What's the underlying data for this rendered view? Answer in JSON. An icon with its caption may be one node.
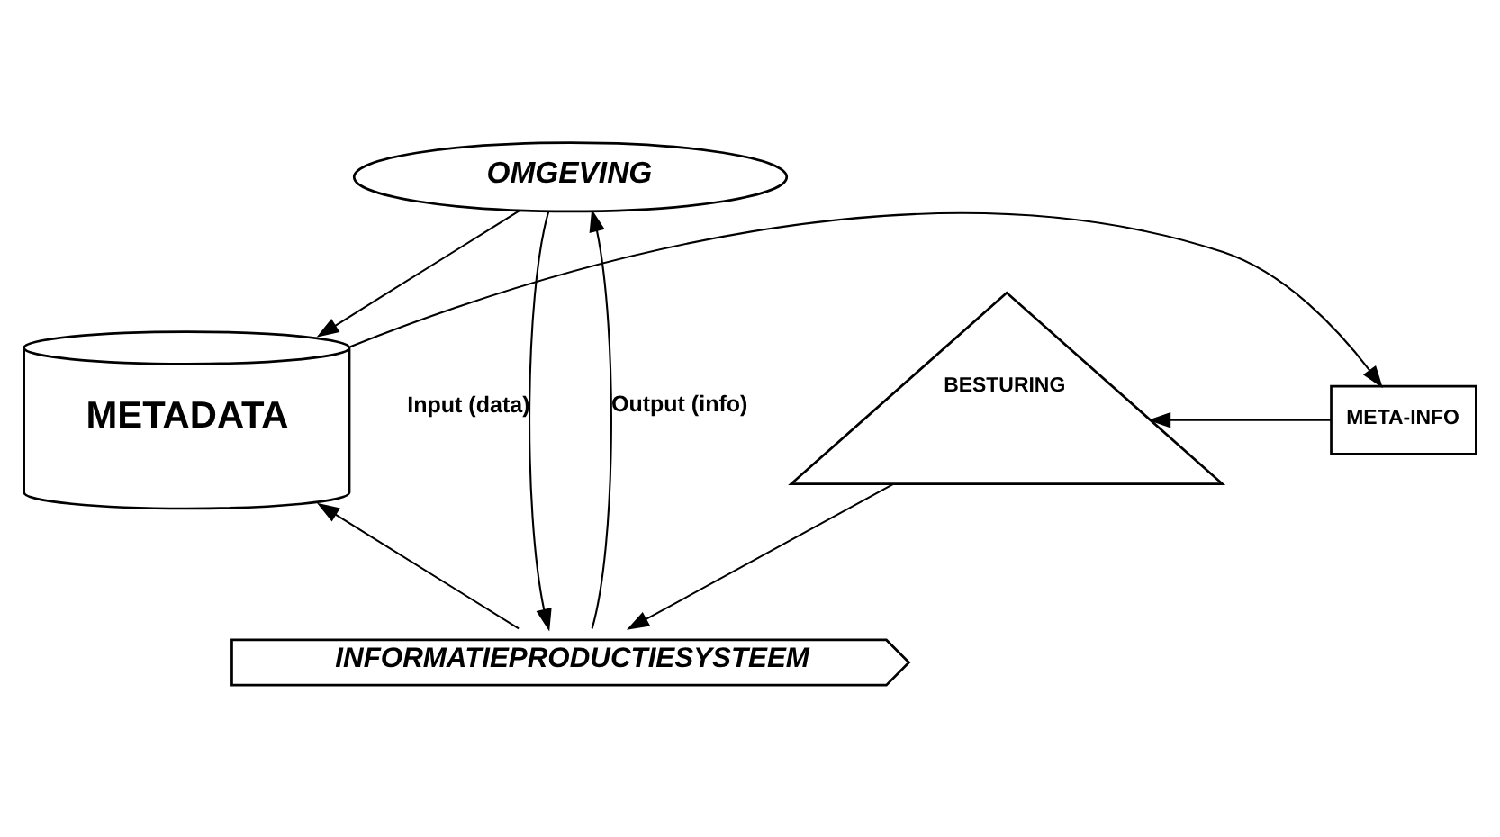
{
  "diagram": {
    "nodes": [
      {
        "text": [
          "OMGEVING"
        ]
      },
      {
        "text": [
          "METADATA"
        ]
      },
      {
        "text": [
          "BESTURING"
        ]
      },
      {
        "text": [
          "META-INFO"
        ]
      },
      {
        "text": [
          "INFORMATIEPRODUCTIESYSTEEM"
        ]
      }
    ],
    "edges": [
      {
        "from": 0,
        "to": 1,
        "arrow": "to"
      },
      {
        "from": 1,
        "to": 3,
        "arrow": "to"
      },
      {
        "from": 3,
        "to": 2,
        "arrow": "to"
      },
      {
        "from": 2,
        "to": 4,
        "arrow": "to"
      },
      {
        "from": 4,
        "to": 1,
        "arrow": "to"
      },
      {
        "from": 0,
        "to": 4,
        "arrow": "to",
        "label": "Input (data)"
      },
      {
        "from": 4,
        "to": 0,
        "arrow": "to",
        "label": "Output (info)"
      }
    ]
  }
}
